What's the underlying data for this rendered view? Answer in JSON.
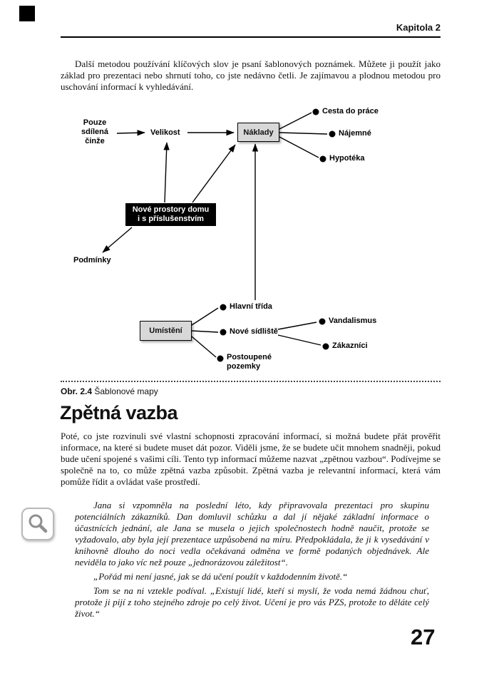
{
  "header": {
    "chapter_label": "Kapitola 2"
  },
  "intro": {
    "text": "Další metodou používání klíčových slov je psaní šablonových poznámek. Můžete ji použít jako základ pro prezentaci nebo shrnutí toho, co jste nedávno četli. Je zajímavou a plodnou metodou pro uschování informací k vyhledávání."
  },
  "diagram": {
    "colors": {
      "gray_box_fill": "#d8d8d8",
      "black_box_fill": "#000000",
      "line_color": "#000000"
    },
    "nodes": {
      "pouze_sdilena_cinze_lines": [
        "Pouze",
        "sdílená",
        "činže"
      ],
      "velikost": "Velikost",
      "naklady": "Náklady",
      "cesta_do_prace": "Cesta do práce",
      "najemne": "Nájemné",
      "hypoteka": "Hypotéka",
      "nove_prostory_lines": [
        "Nové prostory domu",
        "i s příslušenstvím"
      ],
      "podminky": "Podmínky",
      "umisteni": "Umístění",
      "hlavni_trida": "Hlavní třída",
      "nove_sidliste": "Nové sídliště",
      "postoupene_pozemky_lines": [
        "Postoupené",
        "pozemky"
      ],
      "vandalismus": "Vandalismus",
      "zakaznici": "Zákazníci"
    }
  },
  "caption": {
    "label": "Obr. 2.4",
    "text": "Šablonové mapy"
  },
  "section": {
    "title": "Zpětná vazba",
    "paragraph": "Poté, co jste rozvinuli své vlastní schopnosti zpracování informací, si možná  budete přát prověřit informace, na které si budete muset dát pozor. Viděli jsme, že se budete učit mnohem snadněji, pokud bude učení spojené s vašimi cíli. Tento typ informací můžeme nazvat „zpětnou vazbou“. Podívejme se společně na to, co může zpětná vazba způsobit. Zpětná vazba je relevantní informací, která vám pomůže řídit a ovládat vaše prostředí."
  },
  "story": {
    "paragraphs": [
      "Jana si vzpomněla na poslední léto, kdy připravovala prezentaci pro skupinu potenciálních zákazníků. Dan domluvil schůzku a dal jí nějaké základní informace o účastnících jednání, ale Jana se musela o jejich společnostech hodně naučit, protože se vyžadovalo, aby byla její prezentace uzpůsobená na míru. Předpokládala, že ji k vysedávání v knihovně dlouho do noci vedla očekávaná odměna ve formě podaných objednávek. Ale neviděla to jako víc než pouze „jednorázovou záležitost“.",
      "„Pořád mi není jasné, jak se dá učení použít  v každodenním životě.“",
      "Tom se na ni vztekle podíval. „Existují lidé, kteří si myslí, že voda nemá žádnou chuť, protože ji pijí z toho stejného zdroje po celý život. Učení je pro vás PZS, protože to děláte celý život.“"
    ]
  },
  "footer": {
    "page_number": "27"
  }
}
